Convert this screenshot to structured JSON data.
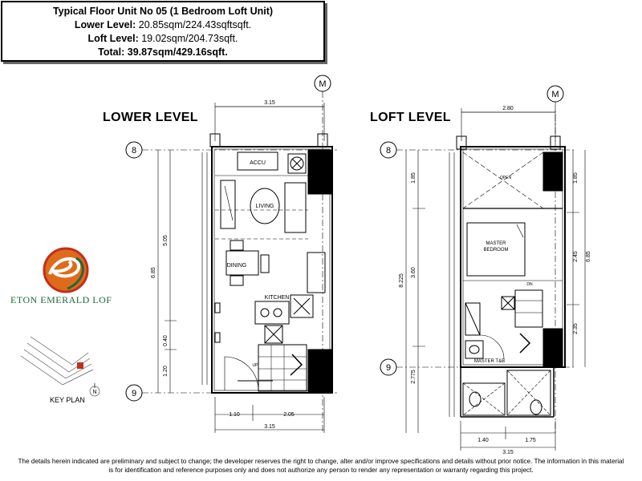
{
  "info": {
    "title": "Typical Floor Unit No 05 (1 Bedroom Loft Unit)",
    "lower_label": "Lower Level:",
    "lower_value": "20.85sqm/224.43sqftsqft.",
    "loft_label": "Loft Level:",
    "loft_value": "19.02sqm/204.73sqft.",
    "total": "Total: 39.87sqm/429.16sqft."
  },
  "headings": {
    "lower": "LOWER LEVEL",
    "loft": "LOFT LEVEL"
  },
  "grid": {
    "m": "M",
    "eight": "8",
    "nine": "9"
  },
  "rooms": {
    "accu": "ACCU",
    "living": "LIVING",
    "dining": "DINING",
    "kitchen": "KITCHEN",
    "master_bedroom_1": "MASTER",
    "master_bedroom_2": "BEDROOM",
    "master_tb": "MASTER T&B",
    "up": "UP",
    "dn": "DN",
    "open": "OPEN"
  },
  "dims": {
    "lower_top": "3.15",
    "lower_left_main": "6.85",
    "lower_left_upper": "5.05",
    "lower_left_040": "0.40",
    "lower_left_120": "1.20",
    "lower_bottom_a": "1.10",
    "lower_bottom_b": "2.05",
    "lower_bottom_total": "3.15",
    "loft_top": "2.80",
    "loft_left_total": "8.225",
    "loft_left_185": "1.85",
    "loft_left_360": "3.60",
    "loft_left_2775": "2.775",
    "loft_right_185": "1.85",
    "loft_right_245": "2.45",
    "loft_right_235": "2.35",
    "loft_right_total": "6.85",
    "loft_bottom_a": "1.40",
    "loft_bottom_b": "1.75",
    "loft_bottom_total": "3.15"
  },
  "brand": "ETON EMERALD LOF",
  "keyplan": {
    "label": "KEY PLAN",
    "north": "N"
  },
  "disclaimer": {
    "line1": "The details herein indicated are preliminary and subject to change; the developer reserves the right to change, alter and/or improve specifications and details without prior notice. The information in this material",
    "line2": "is for identification and reference purposes only and does not authorize any person to render any representation or warranty regarding this project."
  },
  "colors": {
    "brand_green": "#1e6b3a",
    "logo_orange": "#e06a1b",
    "logo_red": "#c0301c"
  }
}
